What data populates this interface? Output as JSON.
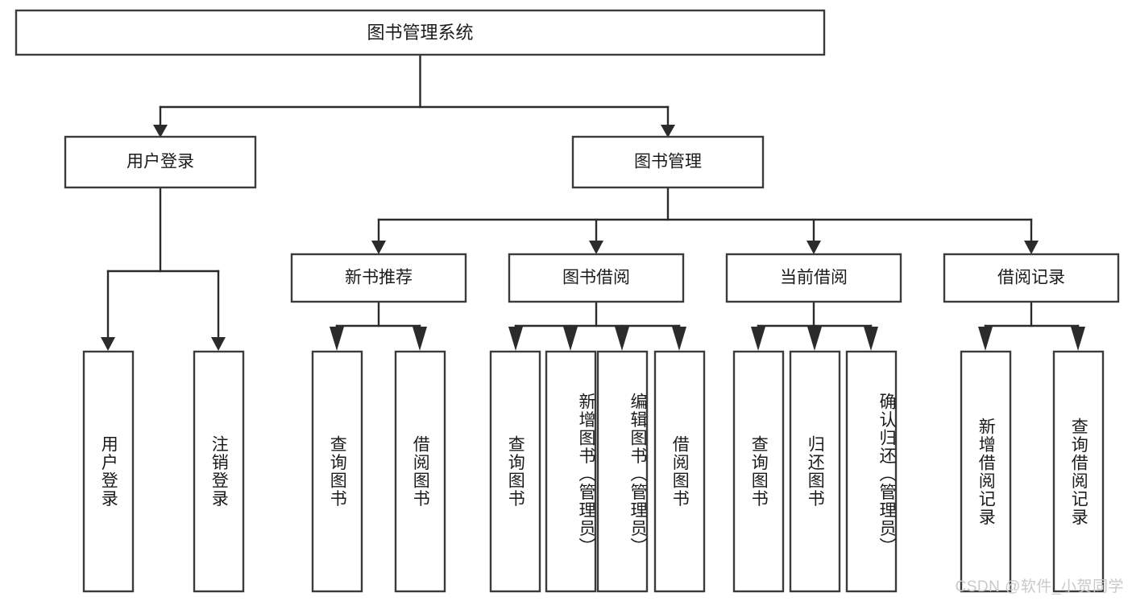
{
  "diagram": {
    "title": "图书管理系统",
    "type": "tree-hierarchy-diagram",
    "colors": {
      "box_stroke": "#3b3b3b",
      "box_fill": "#ffffff",
      "connector": "#2b2b2b",
      "text": "#1b1b1b",
      "watermark": "#c9c9c9",
      "background": "#ffffff"
    },
    "root": {
      "label": "图书管理系统"
    },
    "level2": [
      {
        "label": "用户登录"
      },
      {
        "label": "图书管理"
      }
    ],
    "level3": [
      {
        "label": "新书推荐"
      },
      {
        "label": "图书借阅"
      },
      {
        "label": "当前借阅"
      },
      {
        "label": "借阅记录"
      }
    ],
    "leaves": {
      "user_login": [
        {
          "label": "用户登录"
        },
        {
          "label": "注销登录"
        }
      ],
      "new_book_recommend": [
        {
          "label": "查询图书"
        },
        {
          "label": "借阅图书"
        }
      ],
      "book_borrow": [
        {
          "label": "查询图书"
        },
        {
          "label": "新增图书（管理员）"
        },
        {
          "label": "编辑图书（管理员）"
        },
        {
          "label": "借阅图书"
        }
      ],
      "current_borrow": [
        {
          "label": "查询图书"
        },
        {
          "label": "归还图书"
        },
        {
          "label": "确认归还（管理员）"
        }
      ],
      "borrow_record": [
        {
          "label": "新增借阅记录"
        },
        {
          "label": "查询借阅记录"
        }
      ]
    }
  },
  "watermark": {
    "text": "CSDN @软件_小贺同学"
  }
}
